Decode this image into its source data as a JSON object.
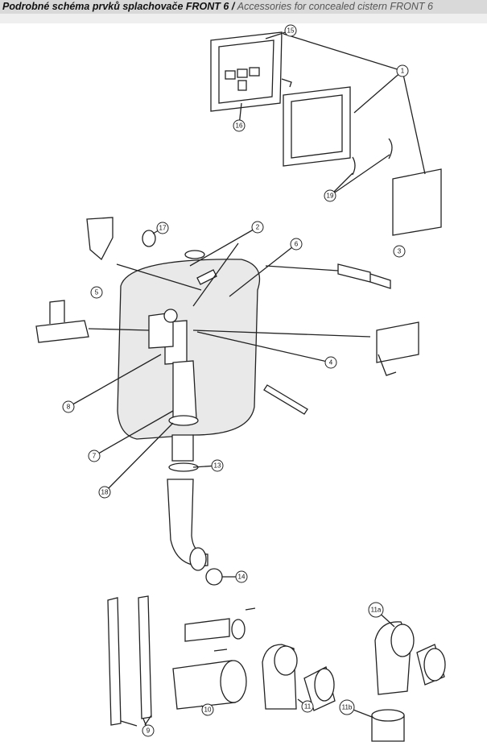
{
  "header": {
    "title_cz": "Podrobné schéma prvků splachovače  FRONT 6",
    "separator": " / ",
    "title_en": "Accessories for concealed cistern FRONT 6"
  },
  "callouts": [
    "15",
    "1",
    "16",
    "19",
    "17",
    "2",
    "6",
    "3",
    "5",
    "4",
    "8",
    "7",
    "18",
    "13",
    "14",
    "9",
    "10",
    "11",
    "11a",
    "11b"
  ]
}
